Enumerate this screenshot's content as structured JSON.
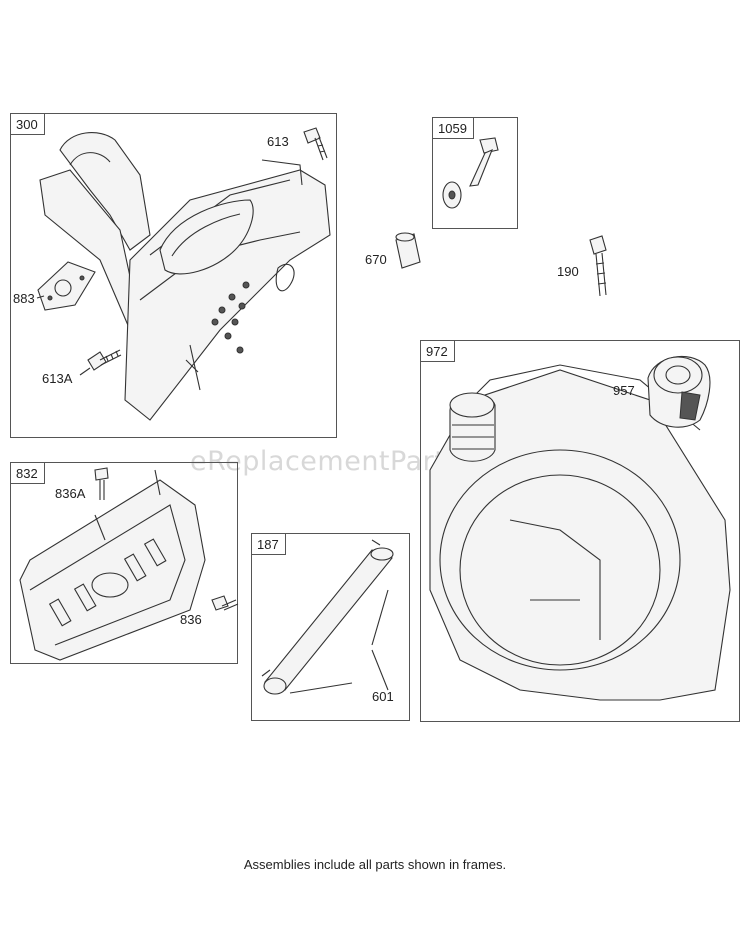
{
  "frames": {
    "muffler": "300",
    "guard": "832",
    "tube": "187",
    "tank": "972",
    "bolt": "1059"
  },
  "labels": {
    "p613": "613",
    "p883": "883",
    "p613a": "613A",
    "p670": "670",
    "p190": "190",
    "p957": "957",
    "p836a": "836A",
    "p836": "836",
    "p601": "601"
  },
  "watermark": "eReplacementParts.com",
  "caption": "Assemblies include all parts shown in frames."
}
